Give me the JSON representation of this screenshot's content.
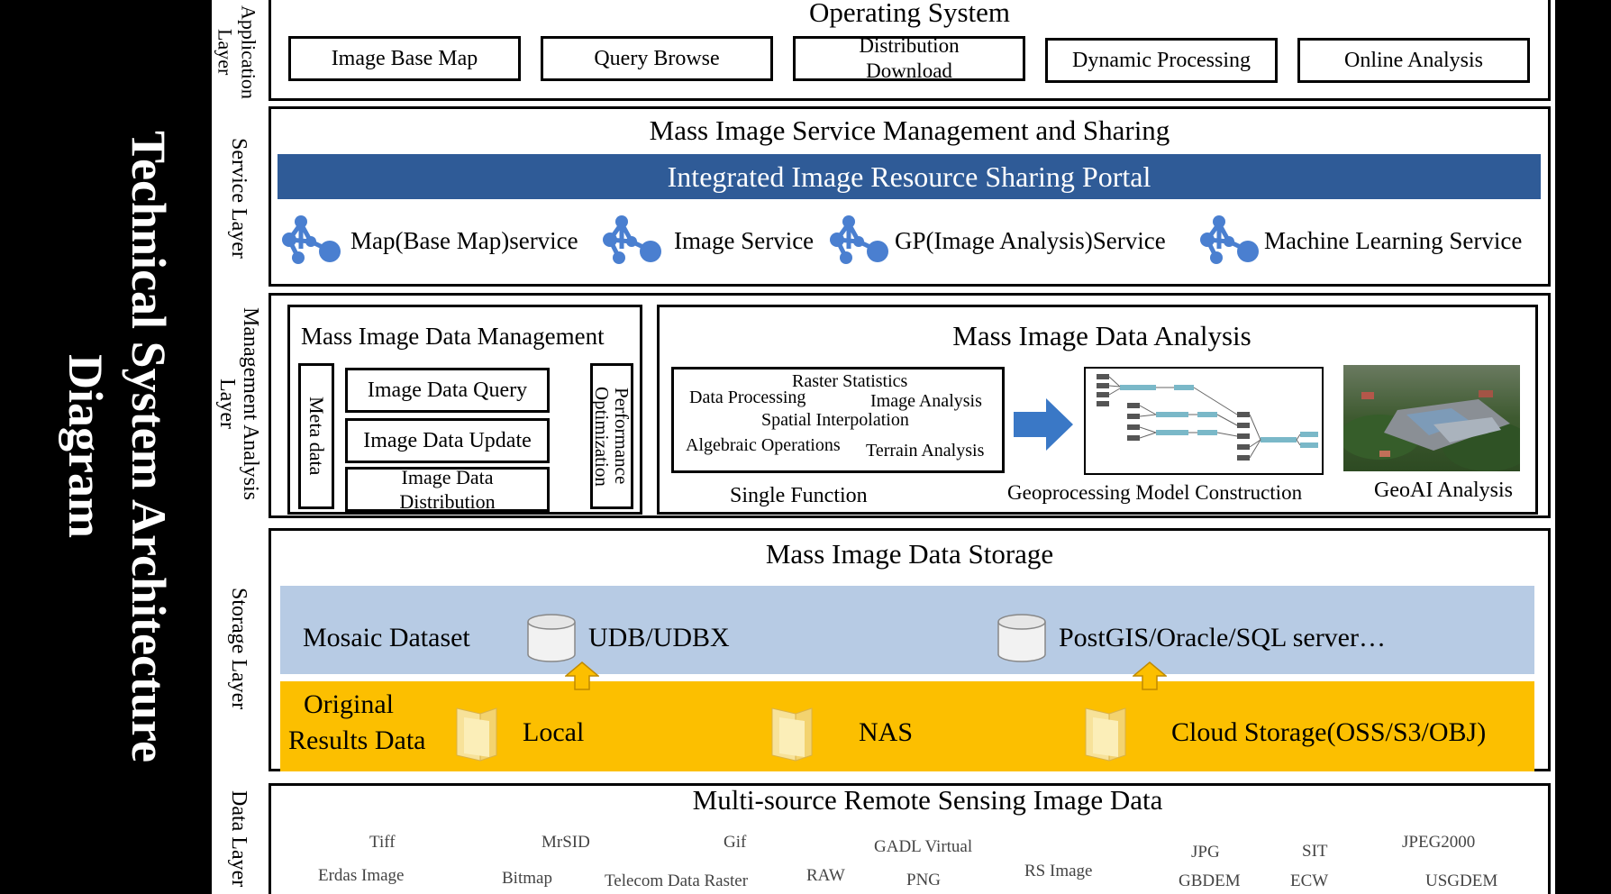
{
  "title": "Technical System Architecture Diagram",
  "layers": {
    "application": {
      "label": "Application Layer",
      "title": "Operating System",
      "buttons": [
        "Image Base Map",
        "Query Browse",
        "Distribution Download",
        "Dynamic Processing",
        "Online Analysis"
      ]
    },
    "service": {
      "label": "Service Layer",
      "title": "Mass Image Service Management and Sharing",
      "portal": "Integrated Image Resource Sharing Portal",
      "services": [
        "Map(Base Map)service",
        "Image Service",
        "GP(Image Analysis)Service",
        "Machine Learning Service"
      ]
    },
    "management": {
      "label": "Management Analysis Layer",
      "data_mgmt": {
        "title": "Mass Image Data Management",
        "metadata": "Meta data",
        "operations": [
          "Image Data Query",
          "Image Data Update",
          "Image Data Distribution"
        ],
        "performance": "Performance Optimization"
      },
      "analysis": {
        "title": "Mass Image Data Analysis",
        "functions": {
          "raster_statistics": "Raster Statistics",
          "data_processing": "Data Processing",
          "image_analysis": "Image Analysis",
          "spatial_interpolation": "Spatial Interpolation",
          "algebraic_operations": "Algebraic Operations",
          "terrain_analysis": "Terrain Analysis"
        },
        "single_function": "Single Function",
        "geoprocessing": "Geoprocessing Model Construction",
        "geoai": "GeoAI Analysis"
      }
    },
    "storage": {
      "label": "Storage Layer",
      "title": "Mass Image Data Storage",
      "mosaic": "Mosaic Dataset",
      "databases": [
        "UDB/UDBX",
        "PostGIS/Oracle/SQL server…"
      ],
      "original_line1": "Original",
      "original_line2": "Results Data",
      "locations": [
        "Local",
        "NAS",
        "Cloud Storage(OSS/S3/OBJ)"
      ]
    },
    "data": {
      "label": "Data Layer",
      "title": "Multi-source Remote Sensing Image Data",
      "formats": {
        "tiff": "Tiff",
        "erdas": "Erdas Image",
        "mrsid": "MrSID",
        "bitmap": "Bitmap",
        "gif": "Gif",
        "telecom": "Telecom Data Raster",
        "raw": "RAW",
        "gadl": "GADL Virtual",
        "png": "PNG",
        "rs": "RS Image",
        "jpg": "JPG",
        "gbdem": "GBDEM",
        "sit": "SIT",
        "ecw": "ECW",
        "jpeg2000": "JPEG2000",
        "usgdem": "USGDEM"
      }
    }
  },
  "colors": {
    "portal": "#2f5b97",
    "blue_band": "#b7cbe4",
    "gold_band": "#fcbf00",
    "arrow": "#3a78c6",
    "node": "#4a7fd0"
  }
}
